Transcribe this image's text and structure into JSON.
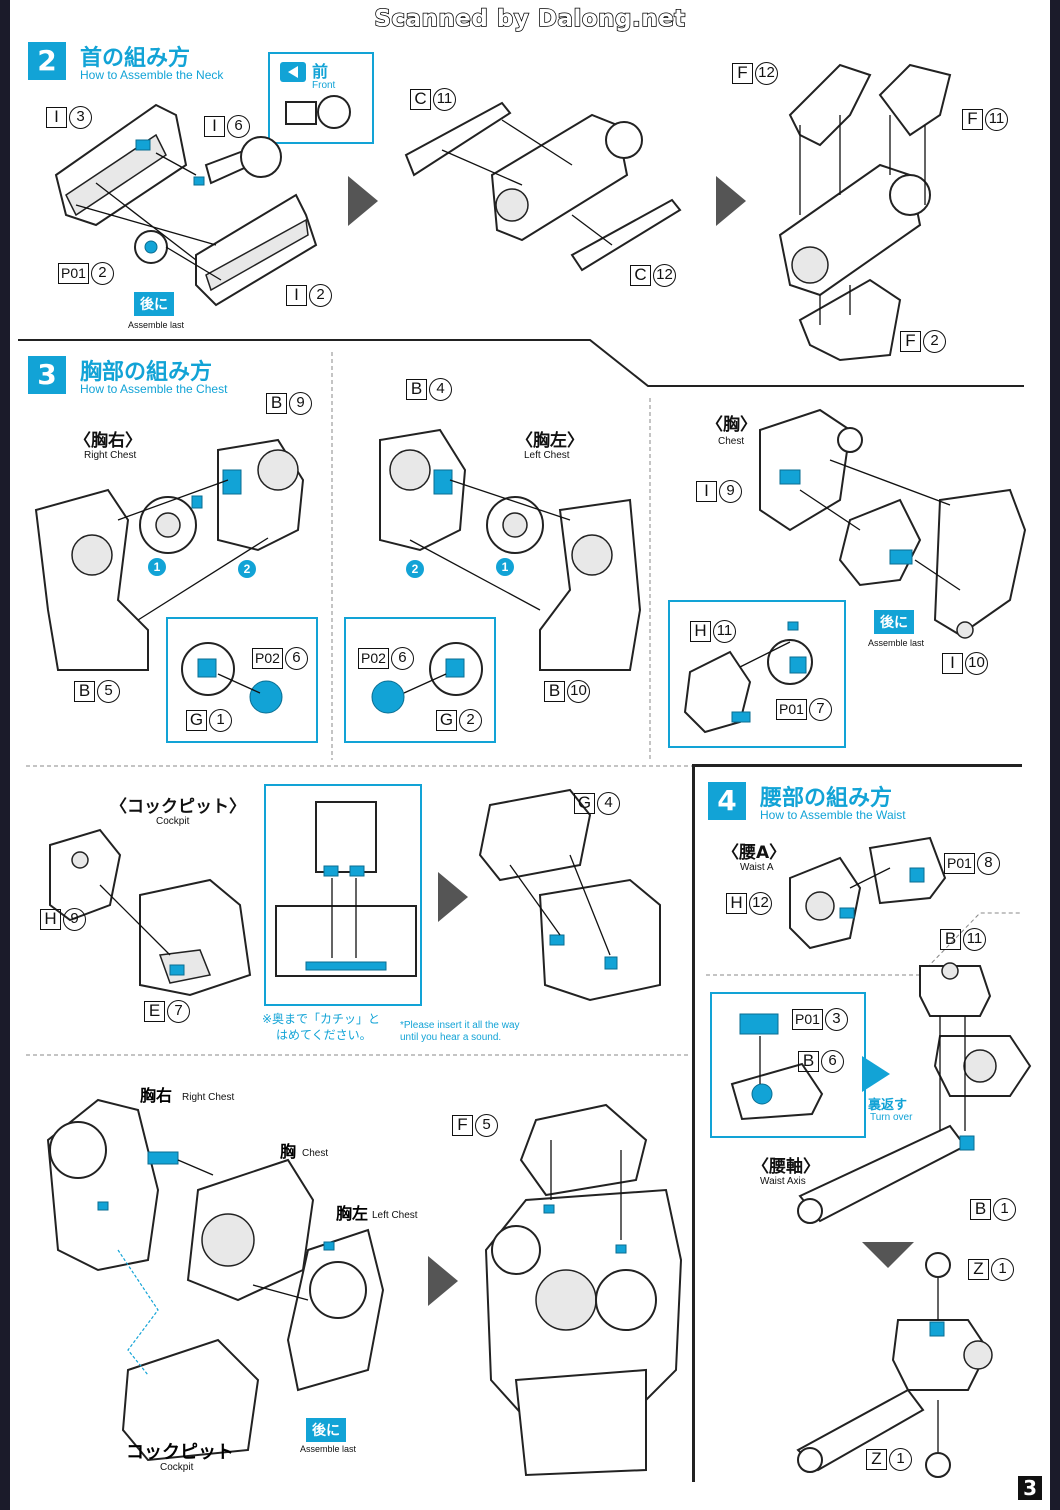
{
  "scan_banner": "Scanned by Dalong.net",
  "page_number": "3",
  "section2": {
    "number": "2",
    "title_jp": "首の組み方",
    "title_en": "How to Assemble the Neck",
    "front_jp": "前",
    "front_en": "Front",
    "assemble_last_jp": "後に",
    "assemble_last_en": "Assemble last",
    "labels": [
      {
        "letter": "I",
        "num": "3"
      },
      {
        "letter": "I",
        "num": "6"
      },
      {
        "letter": "P01",
        "num": "2"
      },
      {
        "letter": "I",
        "num": "2"
      },
      {
        "letter": "C",
        "num": "11"
      },
      {
        "letter": "C",
        "num": "12"
      },
      {
        "letter": "F",
        "num": "12"
      },
      {
        "letter": "F",
        "num": "11"
      },
      {
        "letter": "F",
        "num": "2"
      }
    ]
  },
  "section3": {
    "number": "3",
    "title_jp": "胸部の組み方",
    "title_en": "How to Assemble the Chest",
    "right_chest_jp": "〈胸右〉",
    "right_chest_en": "Right Chest",
    "left_chest_jp": "〈胸左〉",
    "left_chest_en": "Left Chest",
    "chest_jp": "〈胸〉",
    "chest_en": "Chest",
    "cockpit_jp": "〈コックピット〉",
    "cockpit_en": "Cockpit",
    "assemble_last_jp": "後に",
    "assemble_last_en": "Assemble last",
    "step_1": "1",
    "step_2": "2",
    "note_jp_1": "※奥まで「カチッ」と",
    "note_jp_2": "はめてください。",
    "note_en_1": "*Please insert it all the way",
    "note_en_2": "until you hear a sound.",
    "final_right_chest_jp": "胸右",
    "final_right_chest_en": "Right Chest",
    "final_chest_jp": "胸",
    "final_chest_en": "Chest",
    "final_left_chest_jp": "胸左",
    "final_left_chest_en": "Left Chest",
    "final_cockpit_jp": "コックピット",
    "final_cockpit_en": "Cockpit",
    "labels": {
      "b9": {
        "letter": "B",
        "num": "9"
      },
      "b5": {
        "letter": "B",
        "num": "5"
      },
      "p02_6a": {
        "letter": "P02",
        "num": "6"
      },
      "g1": {
        "letter": "G",
        "num": "1"
      },
      "b4": {
        "letter": "B",
        "num": "4"
      },
      "p02_6b": {
        "letter": "P02",
        "num": "6"
      },
      "g2": {
        "letter": "G",
        "num": "2"
      },
      "b10": {
        "letter": "B",
        "num": "10"
      },
      "i9": {
        "letter": "I",
        "num": "9"
      },
      "h11": {
        "letter": "H",
        "num": "11"
      },
      "p01_7": {
        "letter": "P01",
        "num": "7"
      },
      "i10": {
        "letter": "I",
        "num": "10"
      },
      "h9": {
        "letter": "H",
        "num": "9"
      },
      "e7": {
        "letter": "E",
        "num": "7"
      },
      "g4": {
        "letter": "G",
        "num": "4"
      },
      "f5": {
        "letter": "F",
        "num": "5"
      }
    }
  },
  "section4": {
    "number": "4",
    "title_jp": "腰部の組み方",
    "title_en": "How to Assemble the Waist",
    "waist_a_jp": "〈腰A〉",
    "waist_a_en": "Waist A",
    "waist_axis_jp": "〈腰軸〉",
    "waist_axis_en": "Waist Axis",
    "turn_over_jp": "裏返す",
    "turn_over_en": "Turn over",
    "labels": {
      "p01_8": {
        "letter": "P01",
        "num": "8"
      },
      "h12": {
        "letter": "H",
        "num": "12"
      },
      "b11": {
        "letter": "B",
        "num": "11"
      },
      "p01_3": {
        "letter": "P01",
        "num": "3"
      },
      "b6": {
        "letter": "B",
        "num": "6"
      },
      "b1": {
        "letter": "B",
        "num": "1"
      },
      "z1a": {
        "letter": "Z",
        "num": "1"
      },
      "z1b": {
        "letter": "Z",
        "num": "1"
      }
    }
  },
  "colors": {
    "accent": "#12a3d6",
    "ink": "#111111",
    "border": "#1b1b2a"
  }
}
